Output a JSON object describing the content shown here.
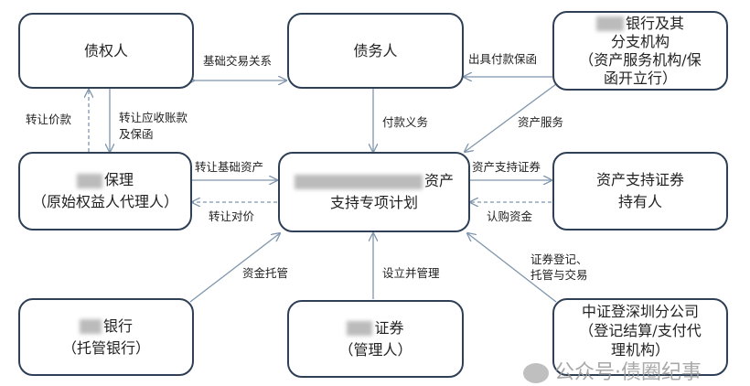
{
  "nodes": {
    "creditor": {
      "line1": "债权人"
    },
    "debtor": {
      "line1": "债务人"
    },
    "bank": {
      "line1": "银行及其",
      "line2": "分支机构",
      "line3": "（资产服务机构/保",
      "line4": "函开立行）"
    },
    "factoring": {
      "line1": "保理",
      "line2": "（原始权益人代理人）"
    },
    "plan": {
      "line1": "资产",
      "line2": "支持专项计划"
    },
    "holder": {
      "line1": "资产支持证券",
      "line2": "持有人"
    },
    "custodian": {
      "line1": "银行",
      "line2": "（托管银行）"
    },
    "securities": {
      "line1": "证券",
      "line2": "（管理人）"
    },
    "csdc": {
      "line1": "中证登深圳分公司",
      "line2": "（登记结算/支付代",
      "line3": "理机构）"
    }
  },
  "edges": {
    "basic_trade": "基础交易关系",
    "guarantee": "出具付款保函",
    "transfer_price": "转让价款",
    "transfer_receivables_1": "转让应收账款",
    "transfer_receivables_2": "及保函",
    "payment_obligation": "付款义务",
    "asset_service": "资产服务",
    "transfer_assets": "转让基础资产",
    "transfer_consideration": "转让对价",
    "abs": "资产支持证券",
    "subscription": "认购资金",
    "fund_custody": "资金托管",
    "establish_manage": "设立并管理",
    "registration_1": "证券登记、",
    "registration_2": "托管与交易"
  },
  "watermark": {
    "text": "公众号·债圈纪事"
  },
  "colors": {
    "border": "#2e3f56",
    "arrow": "#7f95ad"
  }
}
